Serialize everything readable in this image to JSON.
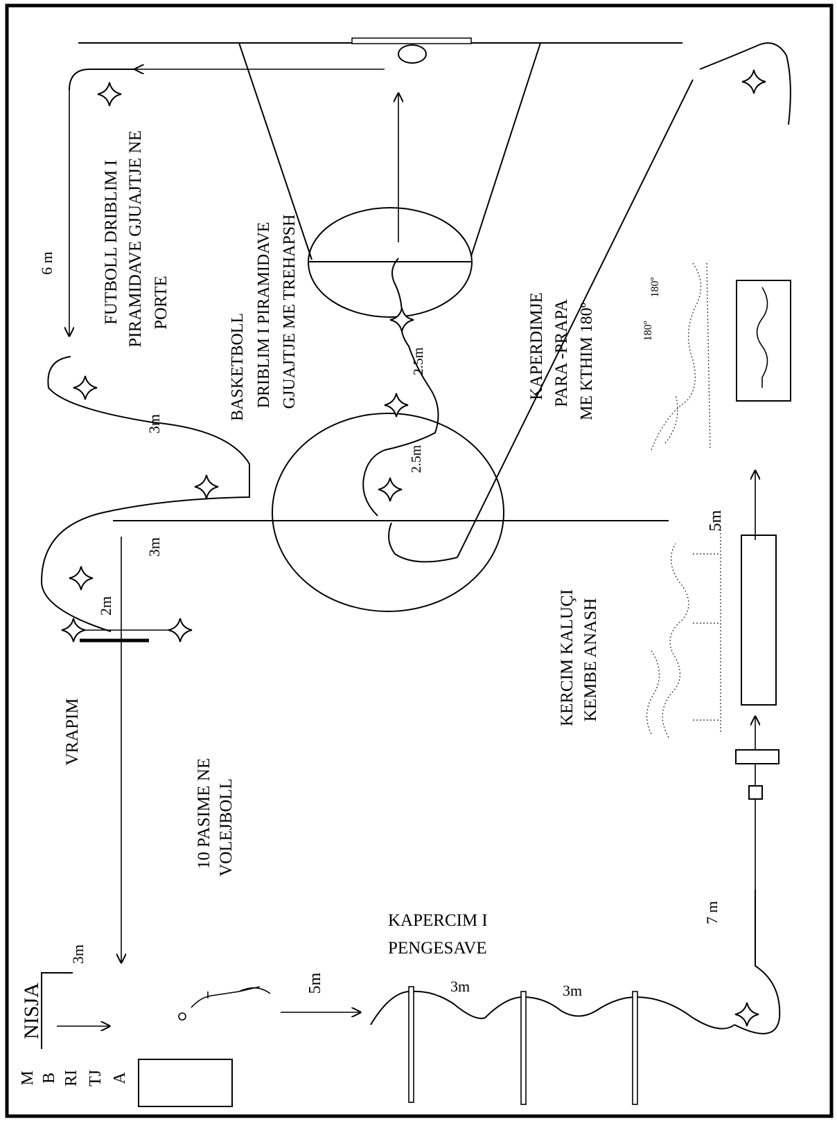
{
  "vertical_label": [
    "M",
    "B",
    "RI",
    "TJ",
    "A"
  ],
  "start_label": "NISJA",
  "stations": {
    "vrapim": "VRAPIM",
    "pasime": [
      "10 PASIME NE",
      "VOLEJBOLL"
    ],
    "kapercim": [
      "KAPERCIM I",
      "PENGESAVE"
    ],
    "kercim": [
      "KERCIM KALUÇI",
      "KEMBE ANASH"
    ],
    "kaperdimje": [
      "KAPERDIMJE",
      "PARA -PRAPA",
      "ME KTHIM 180º"
    ],
    "basketboll": [
      "BASKETBOLL",
      "DRIBLIM I PIRAMIDAVE",
      "GJUAJTJE ME TREHAPSH"
    ],
    "futboll": [
      "FUTBOLL DRIBLIM I",
      "PIRAMIDAVE GJUAJTJE NE",
      "PORTE"
    ]
  },
  "distances": {
    "d_3m_start": "3m",
    "d_2m": "2m",
    "d_5m_left": "5m",
    "d_3m_a": "3m",
    "d_3m_b": "3m",
    "d_7m": "7 m",
    "d_5m_right": "5m",
    "d_3m_top_a": "3m",
    "d_3m_top_b": "3m",
    "d_6m": "6 m",
    "d_25m_a": "2.5m",
    "d_25m_b": "2.5m"
  },
  "rotation_labels": [
    "180º",
    "180º"
  ],
  "icons": [
    "star-cone-icon",
    "arrow-icon",
    "hurdle-icon",
    "ball-icon",
    "goal-icon",
    "mat-icon"
  ]
}
